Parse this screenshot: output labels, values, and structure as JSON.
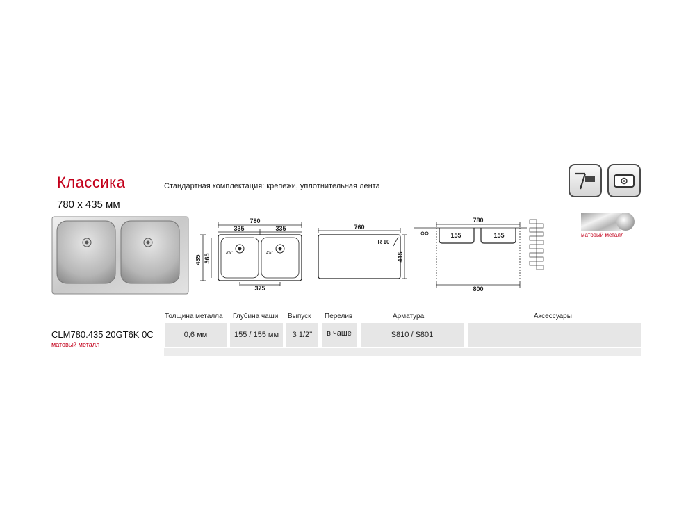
{
  "product": {
    "series": "Классика",
    "size": "780 х 435 мм",
    "standard_kit": "Стандартная комплектация: крепежи, уплотнительная лента",
    "finish_label": "матовый металл"
  },
  "icons": [
    "mounting-type-icon",
    "bowl-drain-icon",
    "finish-swatch-icon"
  ],
  "drawings": {
    "top": {
      "w": "780",
      "b1": "335",
      "b2": "335",
      "h": "435",
      "inner_h": "365",
      "drain": "3½''",
      "drain_spacing": "375"
    },
    "cutout": {
      "w": "760",
      "h": "415",
      "radius": "R 10"
    },
    "section": {
      "w": "780",
      "d1": "155",
      "d2": "155",
      "cabinet": "800"
    }
  },
  "spec": {
    "model": "CLM780.435 20GT6K 0C",
    "model_finish": "матовый металл",
    "headers": {
      "thickness": "Толщина металла",
      "depth": "Глубина чаши",
      "outlet": "Выпуск",
      "overflow": "Перелив",
      "fittings": "Арматура",
      "accessories": "Аксессуары"
    },
    "values": {
      "thickness": "0,6 мм",
      "depth": "155 / 155 мм",
      "outlet": "3 1/2''",
      "overflow": "в чаше",
      "fittings": "S810 / S801",
      "accessories": ""
    }
  },
  "colors": {
    "accent": "#c3001b",
    "cell_bg": "#e6e6e6"
  }
}
